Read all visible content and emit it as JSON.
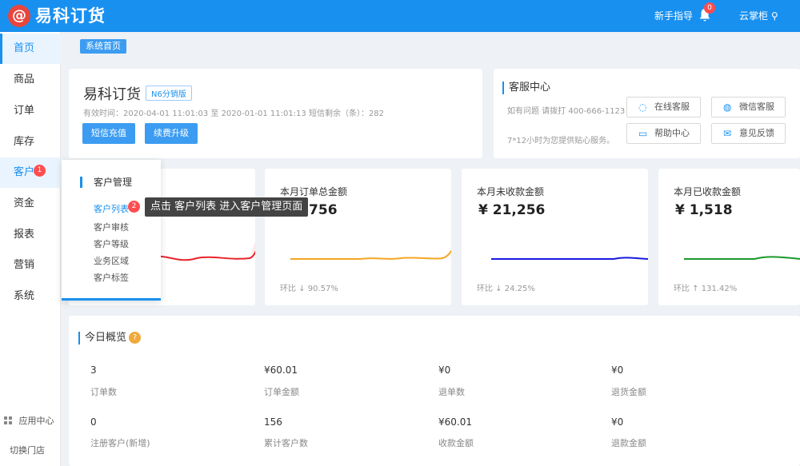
{
  "header": {
    "logo_glyph": "@",
    "app_name": "易科订货",
    "guide": "新手指导",
    "notification_count": "0",
    "user_name": "云掌柜 ⚲"
  },
  "sidebar": {
    "items": [
      "首页",
      "商品",
      "订单",
      "库存",
      "客户",
      "资金",
      "报表",
      "营销",
      "系统"
    ],
    "customer_badge": "1",
    "app_center": "应用中心",
    "footer": "切换门店"
  },
  "breadcrumb": "系统首页",
  "company": {
    "name": "易科订货",
    "version": "N6分销版",
    "meta": "有效时间：2020-04-01 11:01:03 至 2020-01-01 11:01:13     短信剩余（条）：282",
    "sms_recharge": "短信充值",
    "renew_upgrade": "续费升级"
  },
  "service": {
    "title": "客服中心",
    "hotline": "如有问题 请拨打 400-666-1123",
    "note": "7*12小时为您提供贴心服务。",
    "online": "在线客服",
    "wechat": "微信客服",
    "help": "帮助中心",
    "feedback": "意见反馈"
  },
  "stats": [
    {
      "title": "",
      "value": "",
      "foot": ""
    },
    {
      "title": "本月订单总金额",
      "value": "¥ 2,756",
      "foot": "环比 ↓  90.57%"
    },
    {
      "title": "本月未收款金额",
      "value": "¥ 21,256",
      "foot": "环比 ↓  24.25%"
    },
    {
      "title": "本月已收款金额",
      "value": "¥ 1,518",
      "foot": "环比 ↑  131.42%"
    }
  ],
  "sparklines": {
    "colors": [
      "#e8232b",
      "#f5a623",
      "#1a1adf",
      "#1a9a2a"
    ]
  },
  "today": {
    "title": "今日概览",
    "help_glyph": "?",
    "metrics": [
      {
        "value": "3",
        "label": "订单数"
      },
      {
        "value": "¥60.01",
        "label": "订单金额"
      },
      {
        "value": "¥0",
        "label": "退单数"
      },
      {
        "value": "¥0",
        "label": "退货金额"
      },
      {
        "value": "0",
        "label": "注册客户(新增)"
      },
      {
        "value": "156",
        "label": "累计客户数"
      },
      {
        "value": "¥60.01",
        "label": "收款金额"
      },
      {
        "value": "¥0",
        "label": "退款金额"
      }
    ]
  },
  "dropdown": {
    "header": "客户管理",
    "items": [
      "客户列表",
      "客户审核",
      "客户等级",
      "业务区域",
      "客户标签"
    ],
    "step_badge": "2",
    "tooltip": "点击 客户列表 进入客户管理页面"
  }
}
